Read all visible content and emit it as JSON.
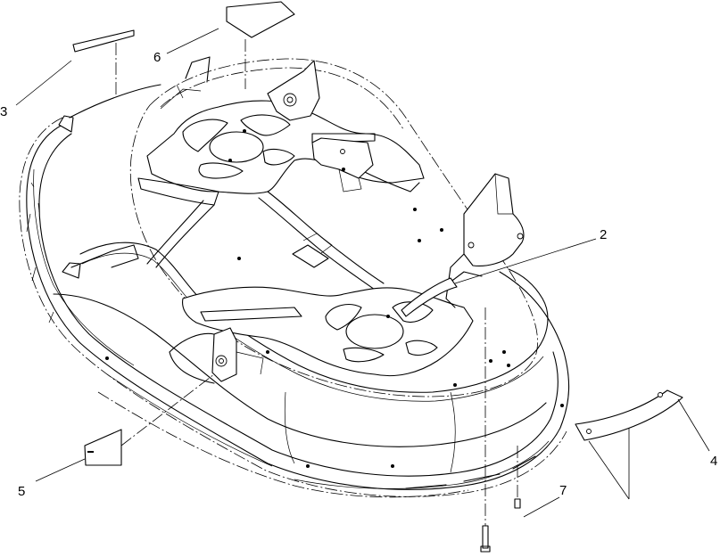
{
  "callouts": [
    {
      "id": "2",
      "label": "2"
    },
    {
      "id": "3",
      "label": "3"
    },
    {
      "id": "4",
      "label": "4"
    },
    {
      "id": "5",
      "label": "5"
    },
    {
      "id": "6",
      "label": "6"
    },
    {
      "id": "7",
      "label": "7"
    }
  ]
}
